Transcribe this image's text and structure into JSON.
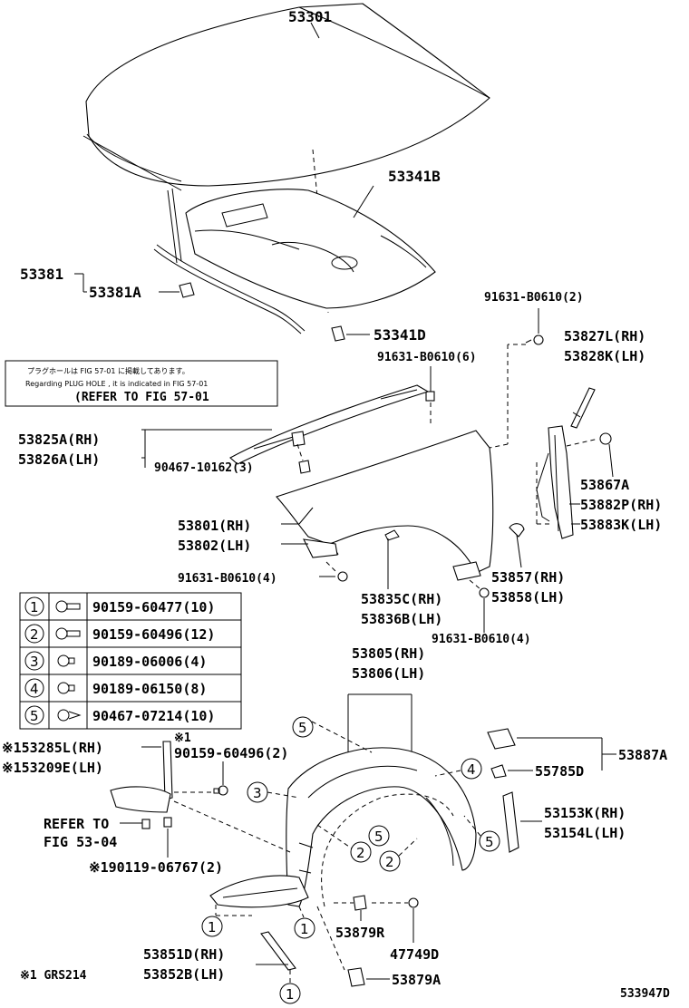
{
  "diagram_id": "533947D",
  "labels": {
    "l53301": "53301",
    "l53341B": "53341B",
    "l53381": "53381",
    "l53381A": "53381A",
    "l53341D": "53341D",
    "l91631_2": "91631-B0610(2)",
    "l91631_6": "91631-B0610(6)",
    "l53827L": "53827L(RH)",
    "l53828K": "53828K(LH)",
    "l53825A": "53825A(RH)",
    "l53826A": "53826A(LH)",
    "l90467_10162": "90467-10162(3)",
    "l53867A": "53867A",
    "l53882P": "53882P(RH)",
    "l53883K": "53883K(LH)",
    "l53801": "53801(RH)",
    "l53802": "53802(LH)",
    "l91631_4a": "91631-B0610(4)",
    "l53857": "53857(RH)",
    "l53858": "53858(LH)",
    "l53835C": "53835C(RH)",
    "l53836B": "53836B(LH)",
    "l91631_4b": "91631-B0610(4)",
    "l53805": "53805(RH)",
    "l53806": "53806(LH)",
    "l53285L": "※153285L(RH)",
    "l53209E": "※153209E(LH)",
    "l90159_60496_2": "90159-60496(2)",
    "l_note1": "※1",
    "l53887A": "53887A",
    "l55785D": "55785D",
    "l53153K": "53153K(RH)",
    "l53154L": "53154L(LH)",
    "l_refer_53": "REFER TO",
    "l_fig_53": "FIG 53-04",
    "l90119": "※190119-06767(2)",
    "l53879R": "53879R",
    "l47749D": "47749D",
    "l53851D": "53851D(RH)",
    "l53852B": "53852B(LH)",
    "l53879A": "53879A",
    "l_footnote": "※1 GRS214",
    "l_diagram_id": "533947D"
  },
  "note_box": {
    "jp_line": "プラグホールは FIG 57-01 に掲載してあります。",
    "en_line": "Regarding PLUG HOLE , it is indicated in FIG 57-01",
    "refer_line": "(REFER TO FIG 57-01"
  },
  "fastener_table": [
    {
      "num": "1",
      "part": "90159-60477(10)"
    },
    {
      "num": "2",
      "part": "90159-60496(12)"
    },
    {
      "num": "3",
      "part": "90189-06006(4)"
    },
    {
      "num": "4",
      "part": "90189-06150(8)"
    },
    {
      "num": "5",
      "part": "90467-07214(10)"
    }
  ],
  "callouts": {
    "c5a": "5",
    "c3": "3",
    "c5b": "5",
    "c2a": "2",
    "c2b": "2",
    "c4": "4",
    "c5c": "5",
    "c1a": "1",
    "c1b": "1",
    "c1c": "1"
  }
}
